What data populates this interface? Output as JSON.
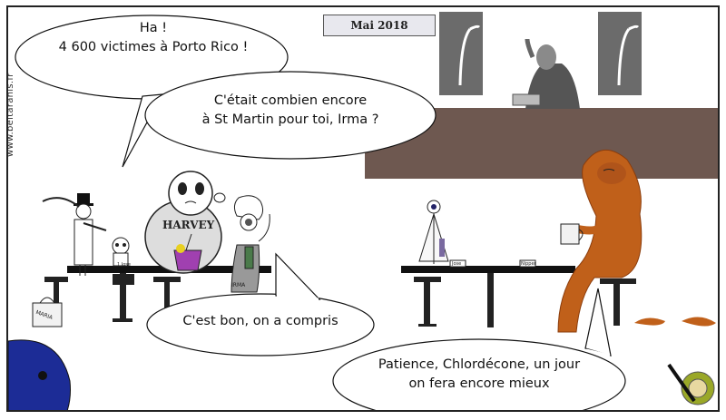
{
  "header": {
    "date": "Mai 2018"
  },
  "website": "www.beltaranis.fr",
  "bubbles": {
    "b1": {
      "line1": "Ha !",
      "line2": "4 600 victimes à Porto Rico !"
    },
    "b2": {
      "line1": "C'était combien encore",
      "line2": "à St Martin pour toi, Irma ?"
    },
    "b3": {
      "line1": "C'est bon, on a compris"
    },
    "b4": {
      "line1": "Patience, Chlordécone, un jour",
      "line2": "on fera encore mieux"
    }
  },
  "labels": {
    "harvey": "HARVEY",
    "irma": "IRMA",
    "maria": "MARIA",
    "cup1": "1 Jose",
    "cup2": "Nipper",
    "cup3": "Jose"
  },
  "colors": {
    "bar": "#6e5850",
    "monster": "#c0601a",
    "blue_blob": "#1c2c96",
    "cocktail": "#a040b0"
  }
}
